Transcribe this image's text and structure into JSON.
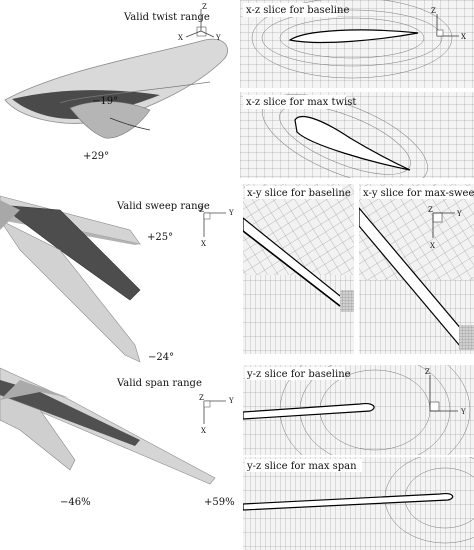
{
  "rows": {
    "twist": {
      "title": "Valid twist range",
      "min_label": "−19°",
      "max_label": "+29°",
      "slice_a_caption": "x-z slice for baseline",
      "slice_b_caption": "x-z slice for max twist"
    },
    "sweep": {
      "title": "Valid sweep range",
      "max_label": "+25°",
      "min_label": "−24°",
      "slice_a_caption": "x-y slice for baseline",
      "slice_b_caption": "x-y slice for max-sweep"
    },
    "span": {
      "title": "Valid span range",
      "min_label": "−46%",
      "max_label": "+59%",
      "slice_a_caption": "y-z slice for baseline",
      "slice_b_caption": "y-z slice for max span"
    }
  },
  "triad_labels": {
    "x": "X",
    "y": "Y",
    "z": "Z"
  },
  "colors": {
    "mesh_line": "#7a7a7a",
    "mesh_bg": "#f4f4f4",
    "wing_light": "#d6d6d6",
    "wing_mid": "#a8a8a8",
    "wing_dark": "#505050"
  }
}
